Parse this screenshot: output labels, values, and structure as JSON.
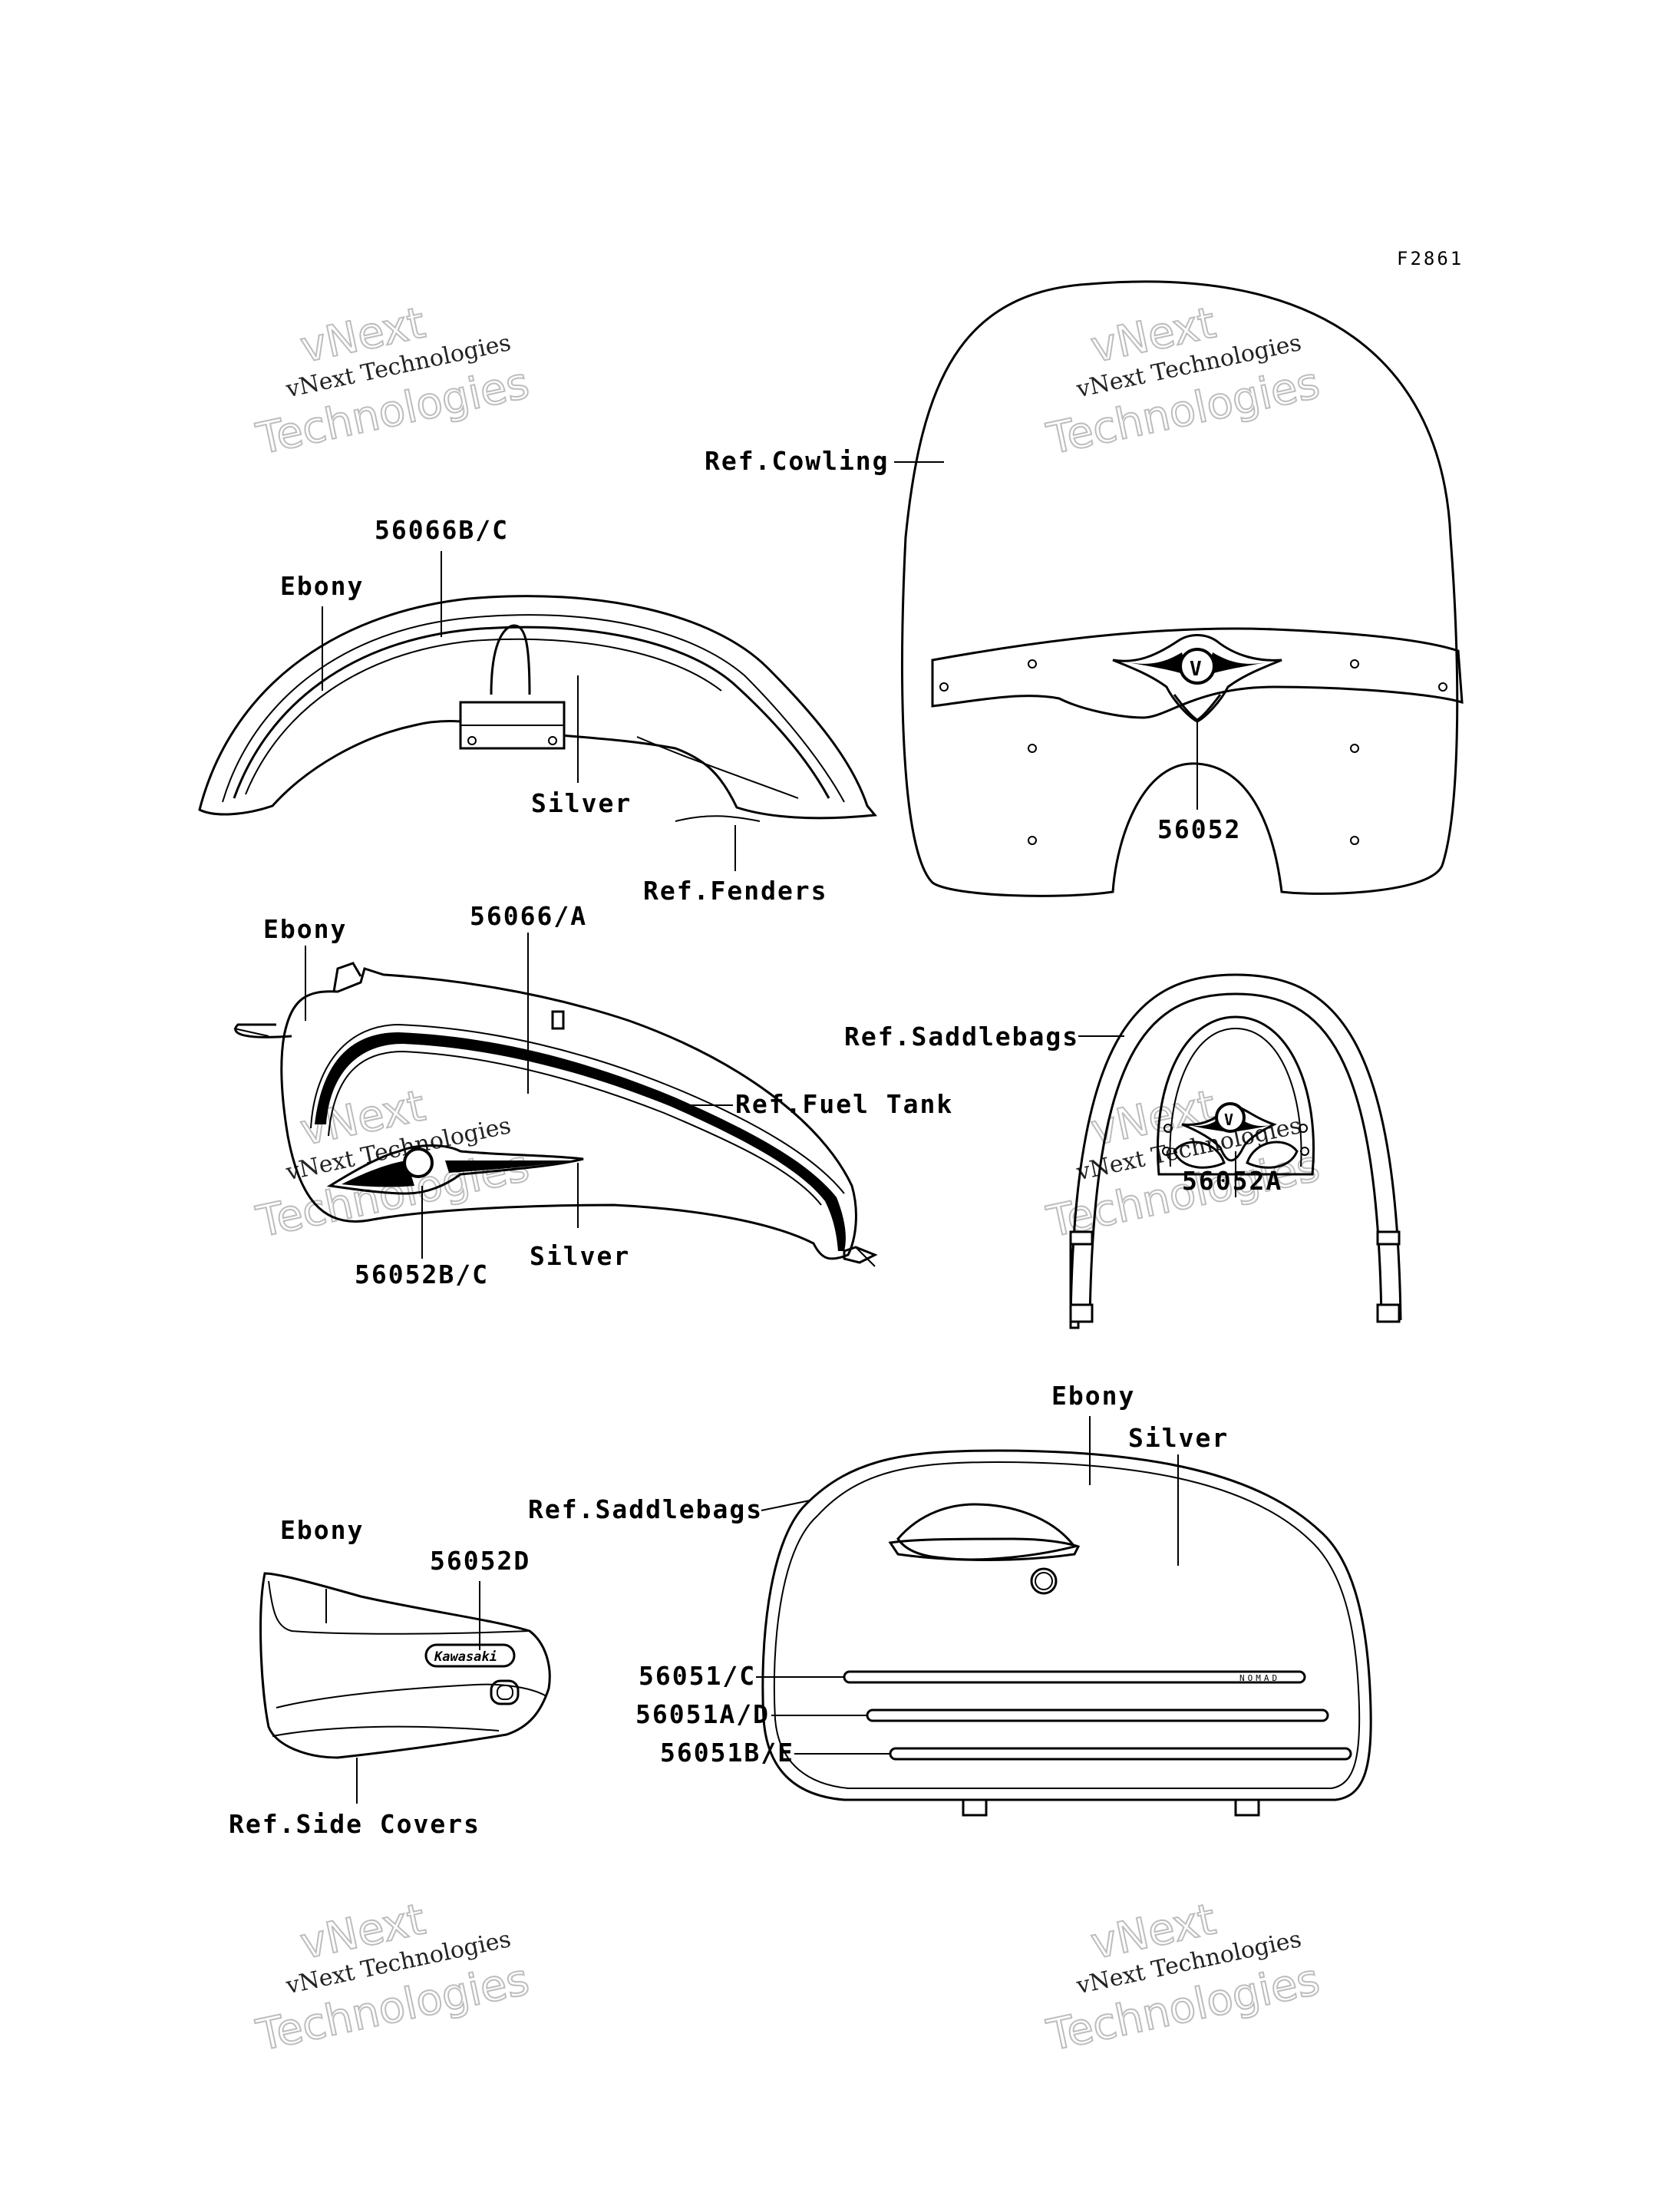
{
  "figure_code": "F2861",
  "watermark": {
    "line1": "vNext Technologies",
    "line2": "vNext",
    "line3": "Technologies"
  },
  "labels": {
    "ref_cowling": "Ref.Cowling",
    "part_56052": "56052",
    "part_56066bc": "56066B/C",
    "ebony_fender": "Ebony",
    "silver_fender": "Silver",
    "ref_fenders": "Ref.Fenders",
    "ebony_tank": "Ebony",
    "part_56066a": "56066/A",
    "ref_fuel_tank": "Ref.Fuel Tank",
    "part_56052bc": "56052B/C",
    "silver_tank": "Silver",
    "ref_saddlebags_top": "Ref.Saddlebags",
    "part_56052a": "56052A",
    "ebony_saddlebag": "Ebony",
    "silver_saddlebag": "Silver",
    "ref_saddlebags_bottom": "Ref.Saddlebags",
    "ebony_side": "Ebony",
    "part_56052d": "56052D",
    "ref_side_covers": "Ref.Side Covers",
    "part_56051c": "56051/C",
    "part_56051ad": "56051A/D",
    "part_56051be": "56051B/E"
  },
  "decals": {
    "kawasaki": "Kawasaki",
    "nomad": "NOMAD"
  }
}
